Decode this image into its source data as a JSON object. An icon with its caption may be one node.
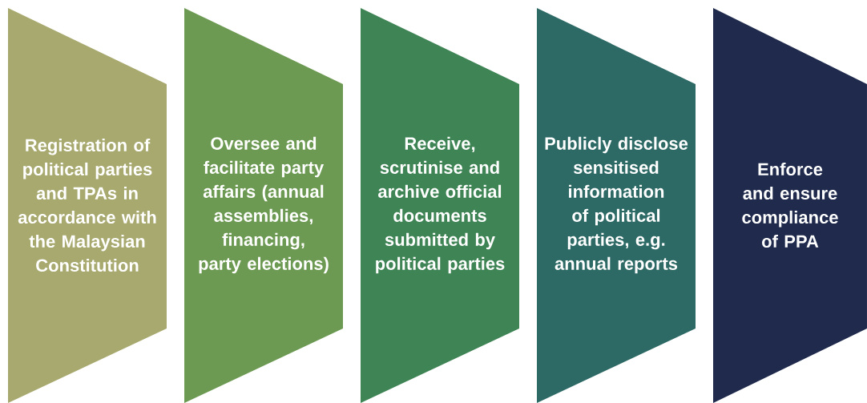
{
  "diagram": {
    "nodes": [
      {
        "text": [
          "Registration of political parties and TPAs in accordance with the Malaysian Constitution"
        ]
      },
      {
        "text": [
          "Oversee and facilitate party affairs (annual assemblies, financing, party elections)"
        ]
      },
      {
        "text": [
          "Receive, scrutinise and archive official documents submitted by political parties"
        ]
      },
      {
        "text": [
          "Publicly disclose sensitised information of political parties, e.g. annual reports"
        ]
      },
      {
        "text": [
          "Enforce and ensure compliance of PPA"
        ]
      }
    ]
  }
}
